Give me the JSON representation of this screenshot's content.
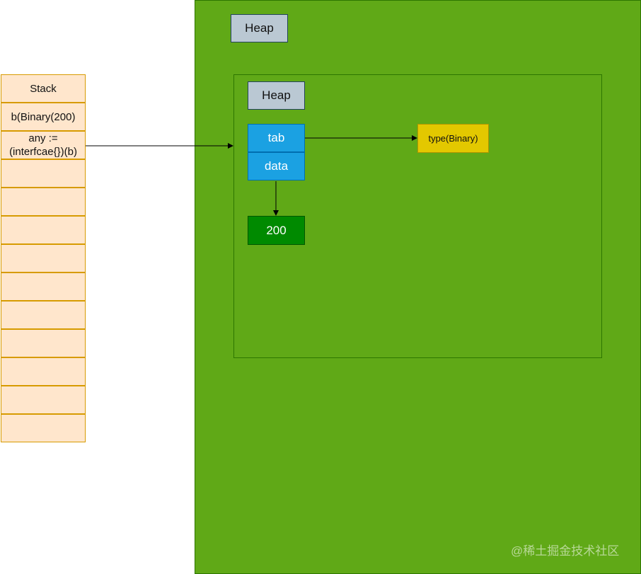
{
  "stack": {
    "cells": [
      "Stack",
      "b(Binary(200)",
      "any := (interfcae{})(b)",
      "",
      "",
      "",
      "",
      "",
      "",
      "",
      "",
      "",
      ""
    ]
  },
  "heap": {
    "outer_label": "Heap",
    "inner_label": "Heap",
    "iface": {
      "tab": "tab",
      "data": "data"
    },
    "value": "200",
    "type_label": "type(Binary)"
  },
  "watermark": "@稀土掘金技术社区",
  "colors": {
    "stack_fill": "#ffe6cc",
    "stack_border": "#d79b00",
    "heap_fill": "#60a917",
    "label_fill": "#bac8d3",
    "iface_fill": "#1ba1e2",
    "value_fill": "#008a00",
    "type_fill": "#e3c800"
  }
}
